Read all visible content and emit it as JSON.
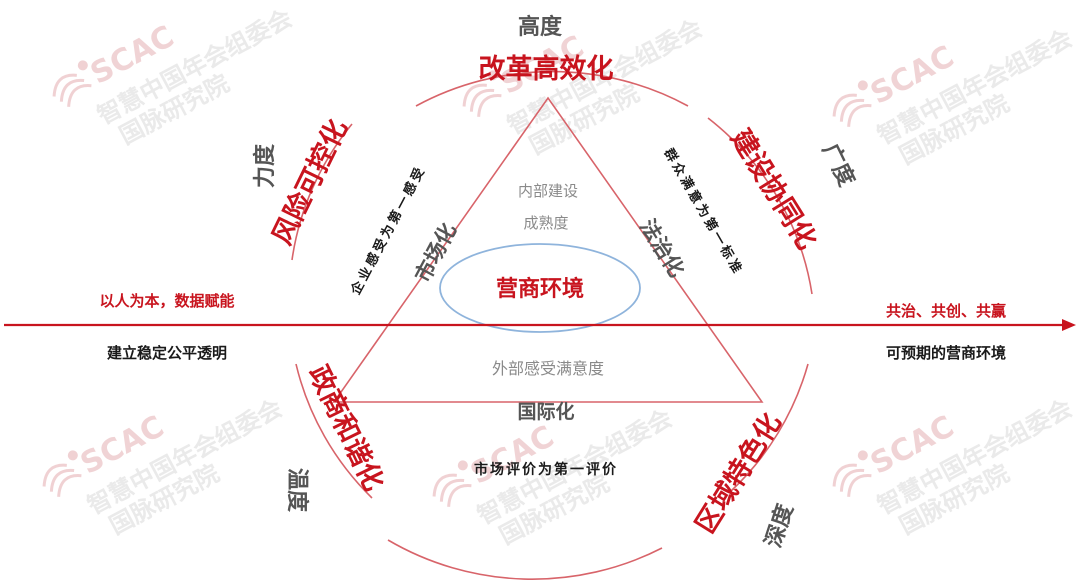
{
  "watermark": {
    "logo": "SCAC",
    "line1": "智慧中国年会组委会",
    "line2": "国脉研究院"
  },
  "top": {
    "dimension": "高度",
    "heading": "改革高效化"
  },
  "upper_left": {
    "dimension": "力度",
    "heading": "风险可控化",
    "arc_text": "企业感受为第一感受",
    "edge": "市场化"
  },
  "upper_right": {
    "dimension": "广度",
    "heading": "建设协同化",
    "arc_text": "群众满意为第一标准",
    "edge": "法治化"
  },
  "lower_left": {
    "dimension": "温度",
    "heading": "政商和谐化"
  },
  "lower_right": {
    "dimension": "深度",
    "heading": "区域特色化"
  },
  "center": {
    "core": "营商环境",
    "inner_top_1": "内部建设",
    "inner_top_2": "成熟度",
    "inner_bottom": "外部感受满意度",
    "edge_bottom": "国际化",
    "arc_bottom": "市场评价为第一评价"
  },
  "axis": {
    "left_top": "以人为本，数据赋能",
    "left_bottom": "建立稳定公平透明",
    "right_top": "共治、共创、共赢",
    "right_bottom": "可预期的营商环境"
  },
  "colors": {
    "accent": "#c8141e",
    "ellipse": "#8fb4dc",
    "arrow": "#c8141e",
    "triangle": "#d8646a"
  }
}
